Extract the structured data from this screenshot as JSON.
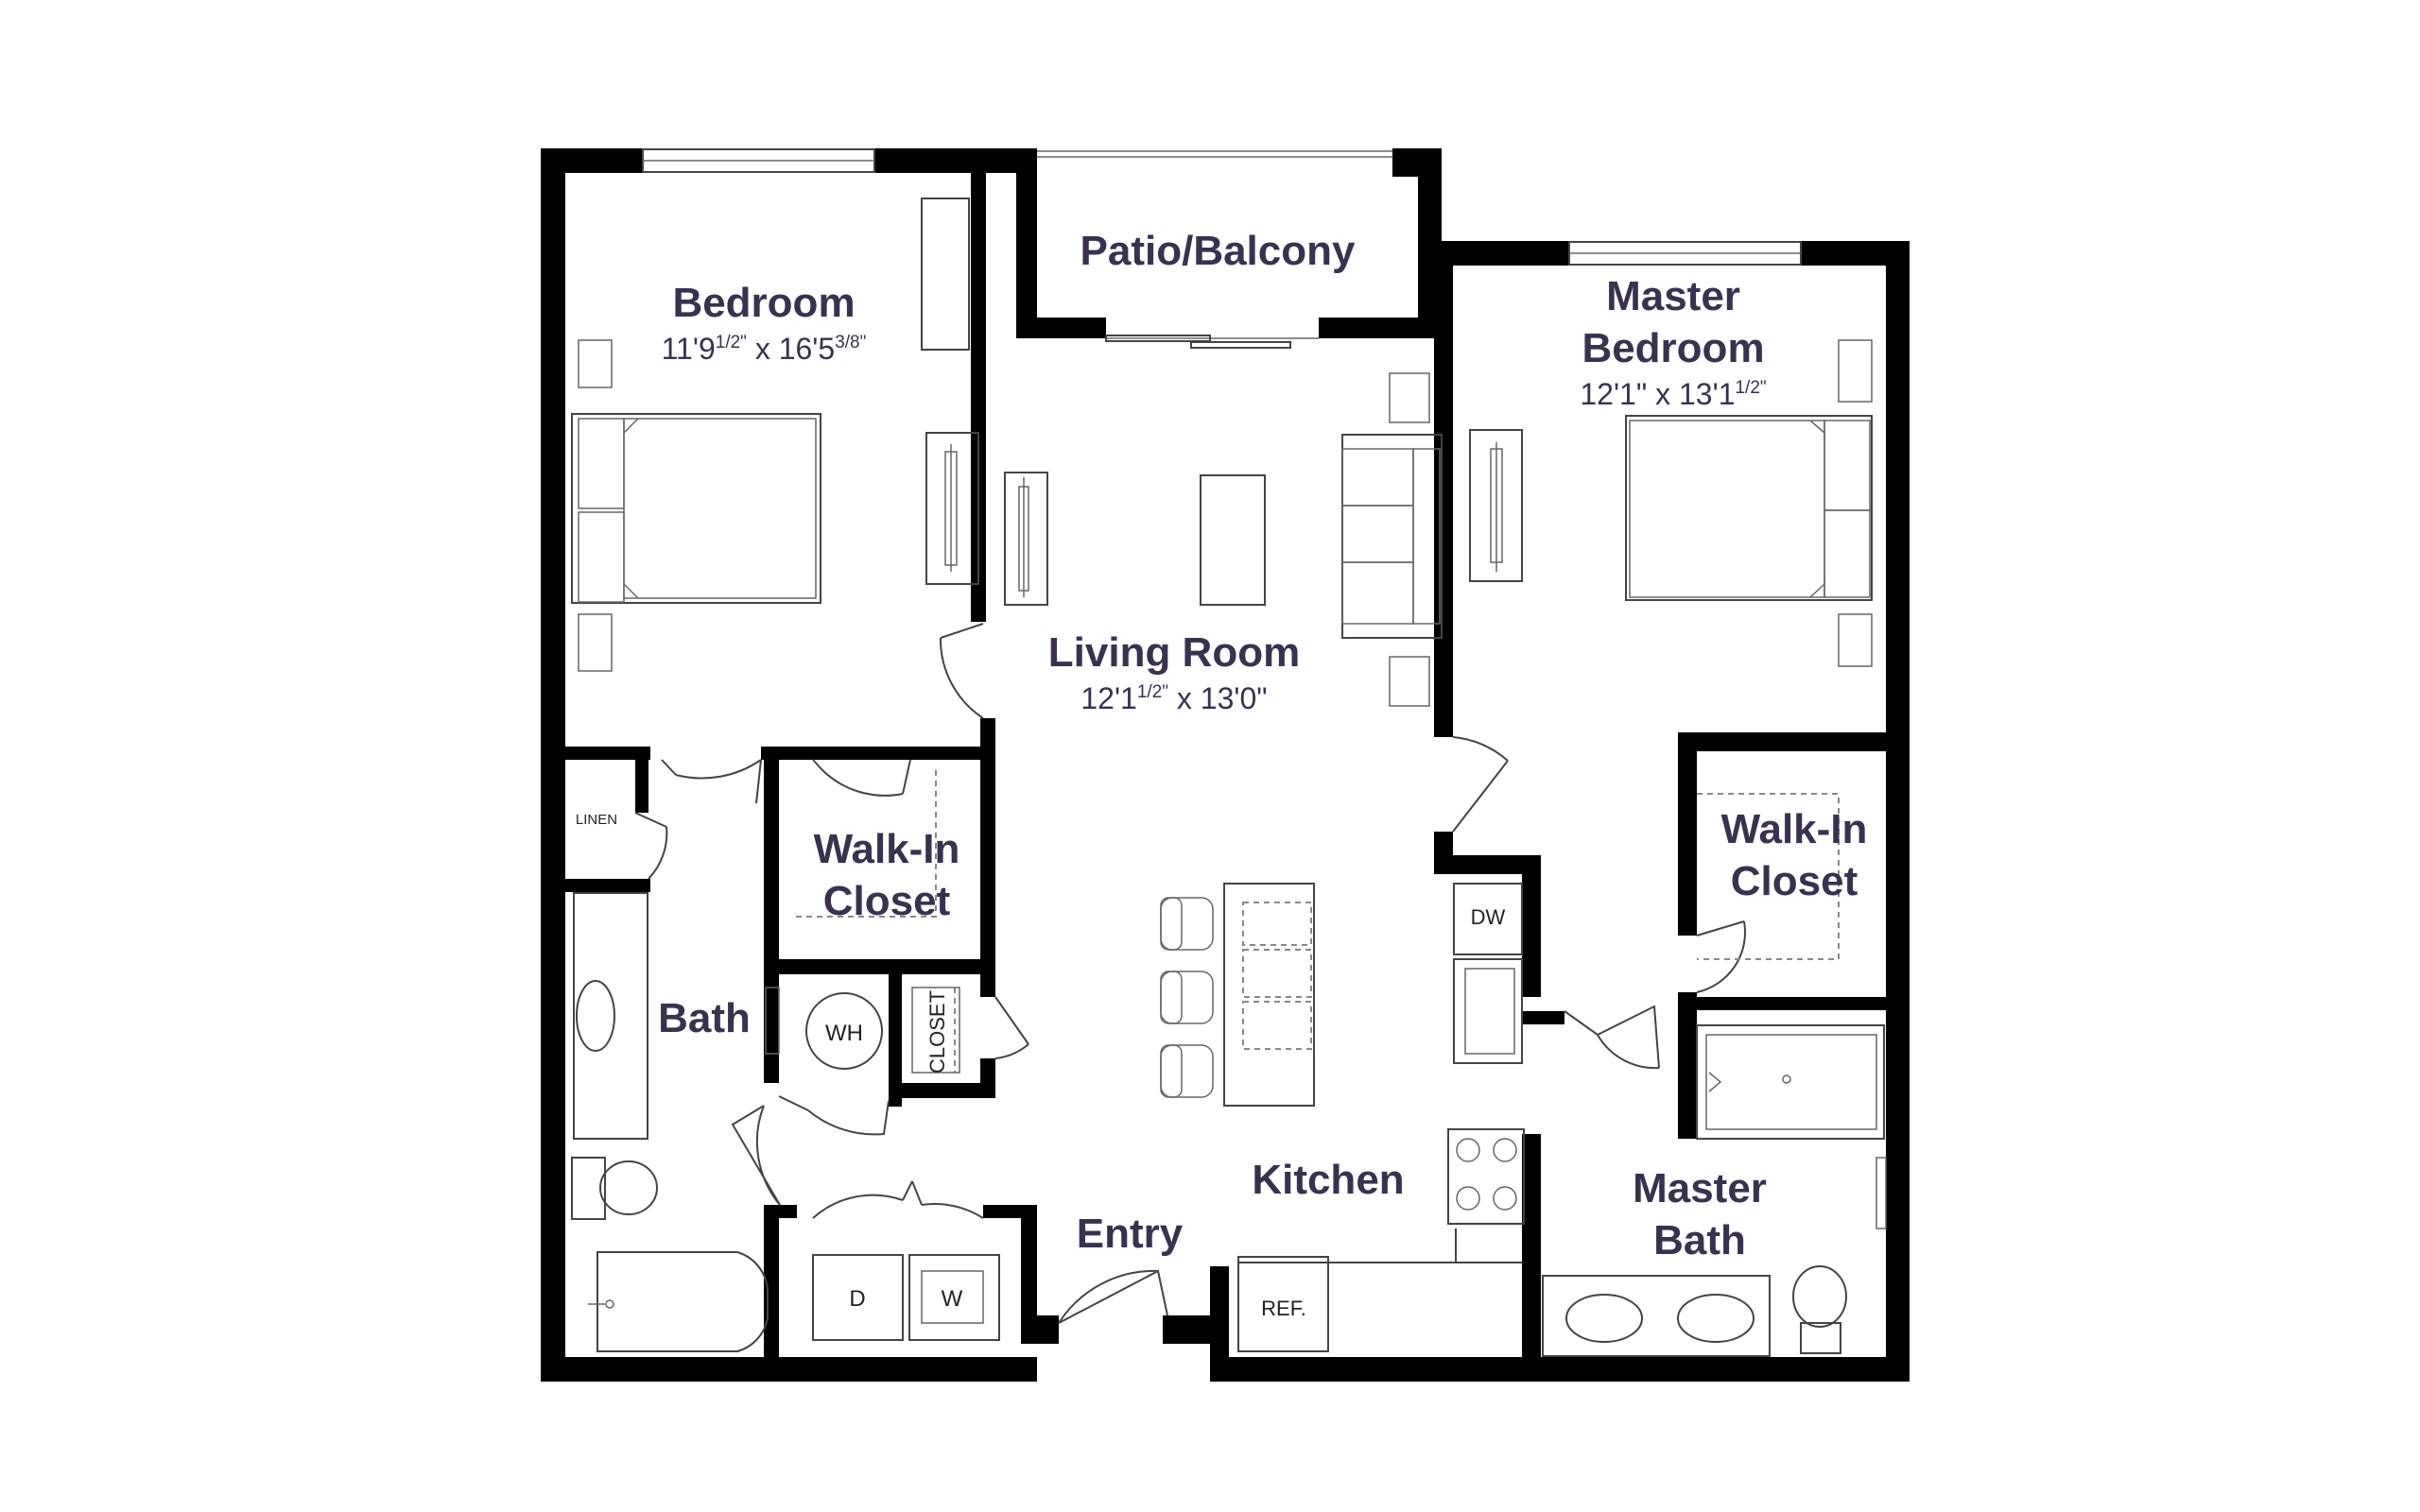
{
  "rooms": {
    "bedroom": {
      "name": "Bedroom",
      "dim_a": "11'9",
      "dim_a_sup": "1/2\"",
      "dim_x": " x 16'5",
      "dim_b_sup": "3/8\""
    },
    "patio": {
      "name": "Patio/Balcony"
    },
    "master_bedroom": {
      "name_1": "Master",
      "name_2": "Bedroom",
      "dim_a": "12'1\" x 13'1",
      "dim_b_sup": "1/2\""
    },
    "living_room": {
      "name": "Living Room",
      "dim_a": "12'1",
      "dim_a_sup": "1/2\"",
      "dim_b": " x 13'0\""
    },
    "walk_in_closet_left": {
      "name_1": "Walk-In",
      "name_2": "Closet"
    },
    "walk_in_closet_right": {
      "name_1": "Walk-In",
      "name_2": "Closet"
    },
    "bath": {
      "name": "Bath"
    },
    "kitchen": {
      "name": "Kitchen"
    },
    "entry": {
      "name": "Entry"
    },
    "master_bath": {
      "name_1": "Master",
      "name_2": "Bath"
    }
  },
  "fixtures": {
    "linen": "LINEN",
    "water_heater": "WH",
    "closet": "CLOSET",
    "dishwasher": "DW",
    "refrigerator": "REF.",
    "dryer": "D",
    "washer": "W"
  },
  "colors": {
    "label": "#3a3150",
    "wall": "#000000"
  }
}
